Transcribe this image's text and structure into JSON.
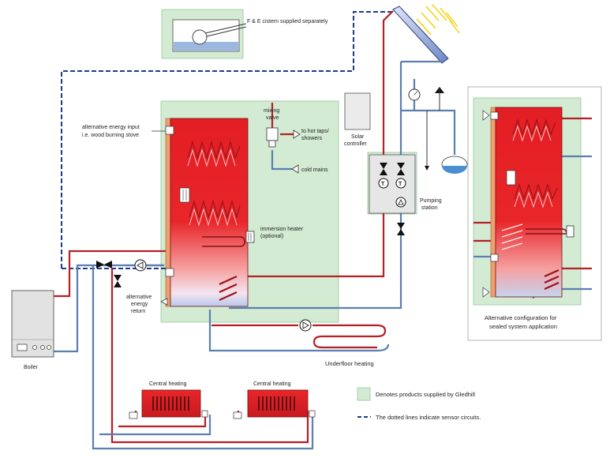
{
  "labels": {
    "cistern": "F & E cistern supplied separately",
    "mixing_valve_1": "mixing",
    "mixing_valve_2": "valve",
    "hot_taps_1": "to hot taps/",
    "hot_taps_2": "showers",
    "alt_input_1": "alternative energy input",
    "alt_input_2": "i.e. wood burning stove",
    "cold_mains": "cold mains",
    "solar_controller_1": "Solar",
    "solar_controller_2": "controller",
    "pumping_station_1": "Pumping",
    "pumping_station_2": "station",
    "immersion_1": "immersion heater",
    "immersion_2": "(optional)",
    "alt_return_1": "alternative",
    "alt_return_2": "energy",
    "alt_return_3": "return",
    "boiler": "Boiler",
    "underfloor": "Underfloor heating",
    "central_heating_1": "Central heating",
    "central_heating_2": "Central heating",
    "alt_config_1": "Alternative configuration for",
    "alt_config_2": "sealed system application"
  },
  "legend": {
    "products": "Denotes products supplied by Gledhill",
    "sensor": "The dotted lines indicate sensor circuits."
  },
  "colors": {
    "panel_green": "#d3ebd3",
    "hot_pipe": "#b52025",
    "cold_pipe": "#5a7fb0",
    "sensor_line": "#1f3a8f",
    "tank_red": "#e31e24"
  }
}
